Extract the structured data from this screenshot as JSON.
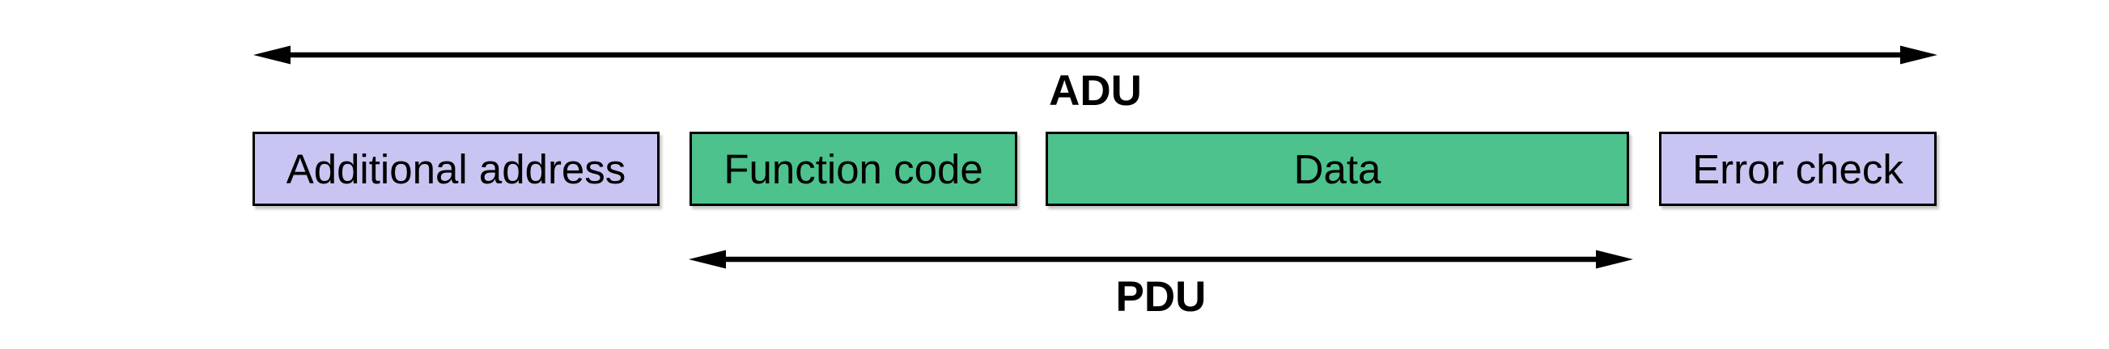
{
  "diagram": {
    "adu": {
      "label": "ADU"
    },
    "pdu": {
      "label": "PDU"
    },
    "boxes": [
      {
        "label": "Additional address",
        "fill": "#C8C5F2"
      },
      {
        "label": "Function code",
        "fill": "#4DC28D"
      },
      {
        "label": "Data",
        "fill": "#4DC28D"
      },
      {
        "label": "Error check",
        "fill": "#C8C5F2"
      }
    ],
    "colors": {
      "line": "#000000",
      "background": "#FFFFFF",
      "purple": "#C8C5F2",
      "green": "#4DC28D"
    }
  }
}
